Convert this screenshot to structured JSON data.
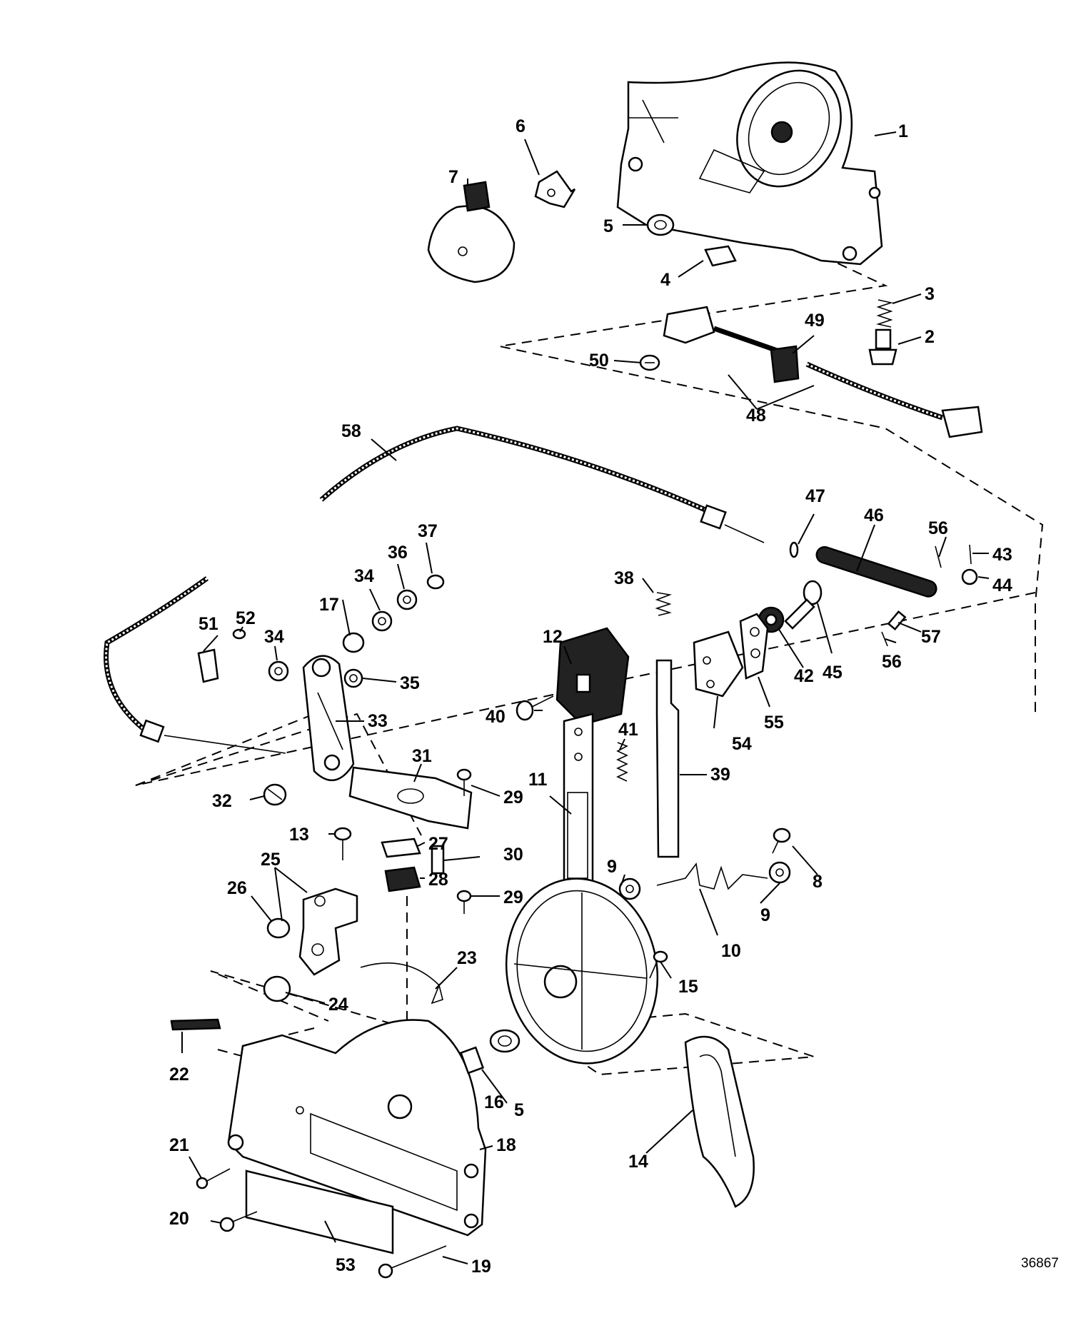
{
  "figure_number": "36867",
  "callouts": [
    "1",
    "2",
    "3",
    "4",
    "5",
    "5",
    "6",
    "7",
    "8",
    "9",
    "9",
    "10",
    "11",
    "12",
    "13",
    "14",
    "15",
    "16",
    "17",
    "18",
    "19",
    "20",
    "21",
    "22",
    "23",
    "24",
    "25",
    "26",
    "27",
    "28",
    "29",
    "29",
    "30",
    "31",
    "32",
    "33",
    "34",
    "34",
    "35",
    "36",
    "37",
    "38",
    "39",
    "40",
    "41",
    "42",
    "43",
    "44",
    "45",
    "46",
    "47",
    "48",
    "49",
    "50",
    "51",
    "52",
    "53",
    "54",
    "55",
    "56",
    "56",
    "57",
    "58"
  ]
}
